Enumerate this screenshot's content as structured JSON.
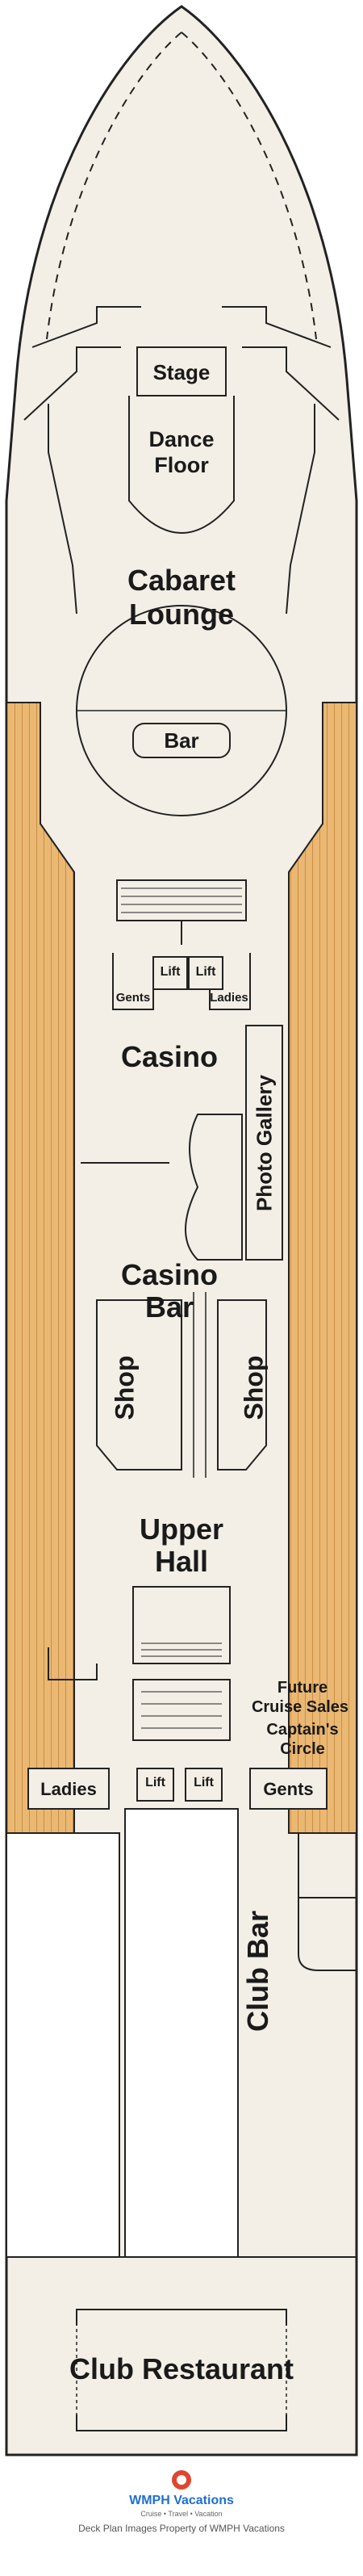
{
  "deck": {
    "colors": {
      "floor": "#f3efe6",
      "deck_wood": "#eab873",
      "deck_wood_line": "#c98e45",
      "outline": "#222222",
      "brand": "#1e6fd0",
      "logo_red": "#e0452f"
    },
    "labels": {
      "stage": "Stage",
      "dance_floor_1": "Dance",
      "dance_floor_2": "Floor",
      "cabaret_1": "Cabaret",
      "cabaret_2": "Lounge",
      "bar": "Bar",
      "lift_a": "Lift",
      "lift_b": "Lift",
      "gents_top": "Gents",
      "ladies_top": "Ladies",
      "casino": "Casino",
      "photo_gallery": "Photo Gallery",
      "casino_bar_1": "Casino",
      "casino_bar_2": "Bar",
      "shop_left": "Shop",
      "shop_right": "Shop",
      "upper_hall_1": "Upper",
      "upper_hall_2": "Hall",
      "future_1": "Future",
      "future_2": "Cruise Sales",
      "captains_1": "Captain's",
      "captains_2": "Circle",
      "ladies_bottom": "Ladies",
      "lift_c": "Lift",
      "lift_d": "Lift",
      "gents_bottom": "Gents",
      "club_bar": "Club Bar",
      "club_restaurant": "Club Restaurant"
    },
    "footer": {
      "brand_name": "WMPH Vacations",
      "brand_tagline": "Cruise • Travel • Vacation",
      "credit": "Deck Plan Images Property of WMPH Vacations"
    }
  }
}
